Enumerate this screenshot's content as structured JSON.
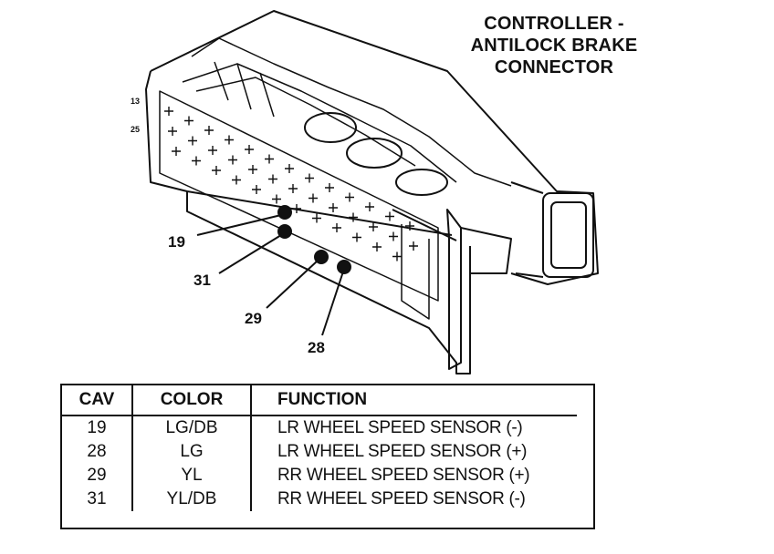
{
  "title_lines": [
    "CONTROLLER -",
    "ANTILOCK BRAKE",
    "CONNECTOR"
  ],
  "callouts": {
    "c19": "19",
    "c31": "31",
    "c29": "29",
    "c28": "28",
    "side_top": "13",
    "side_mid": "25"
  },
  "table": {
    "headers": {
      "cav": "CAV",
      "color": "COLOR",
      "function": "FUNCTION"
    },
    "rows": [
      {
        "cav": "19",
        "color": "LG/DB",
        "function": "LR WHEEL SPEED SENSOR (-)"
      },
      {
        "cav": "28",
        "color": "LG",
        "function": "LR WHEEL SPEED SENSOR (+)"
      },
      {
        "cav": "29",
        "color": "YL",
        "function": "RR WHEEL SPEED SENSOR (+)"
      },
      {
        "cav": "31",
        "color": "YL/DB",
        "function": "RR WHEEL SPEED SENSOR (-)"
      }
    ]
  },
  "colors": {
    "ink": "#111111",
    "paper": "#ffffff"
  }
}
